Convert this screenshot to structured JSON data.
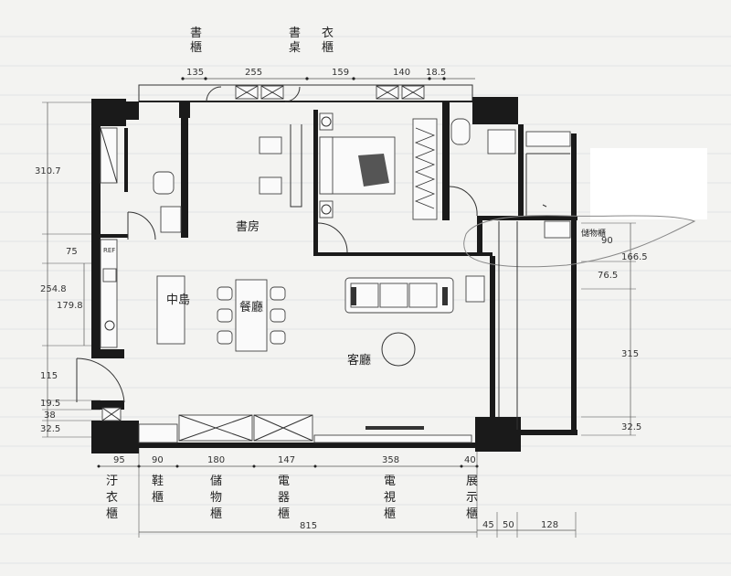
{
  "top_labels": {
    "shelf1": "書櫃",
    "desk": "書桌",
    "wardrobe": "衣櫃"
  },
  "top_dims": [
    "135",
    "255",
    "159",
    "140",
    "18.5"
  ],
  "left_dims": [
    "310.7",
    "75",
    "254.8",
    "179.8",
    "115",
    "19.5",
    "38",
    "32.5"
  ],
  "right_dims": [
    "90",
    "166.5",
    "76.5",
    "315",
    "32.5"
  ],
  "bottom_dims": [
    "95",
    "90",
    "180",
    "147",
    "358",
    "40"
  ],
  "bottom_sub_dims": [
    "45",
    "50",
    "128"
  ],
  "total_width": "815",
  "bottom_labels": {
    "laundry": "汙衣櫃",
    "shoe": "鞋櫃",
    "storage": "儲物櫃",
    "appliance": "電器櫃",
    "tv": "電視櫃",
    "display": "展示櫃"
  },
  "rooms": {
    "study": "書房",
    "dining": "餐廳",
    "island": "中島",
    "living": "客廳"
  },
  "storage_small": "儲物櫃"
}
